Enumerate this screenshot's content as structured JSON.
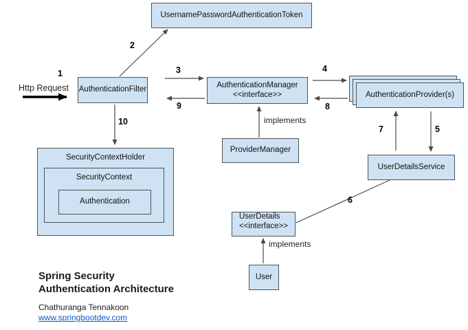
{
  "diagram": {
    "boxes": {
      "token": "UsernamePasswordAuthenticationToken",
      "authentication_filter": "AuthenticationFilter",
      "authentication_manager_line1": "AuthenticationManager",
      "authentication_manager_line2": "<<interface>>",
      "authentication_providers": "AuthenticationProvider(s)",
      "provider_manager": "ProviderManager",
      "user_details_service": "UserDetailsService",
      "security_context_holder": "SecurityContextHolder",
      "security_context": "SecurityContext",
      "authentication": "Authentication",
      "user_details_line1": "UserDetails",
      "user_details_line2": "<<interface>>",
      "user": "User"
    },
    "steps": {
      "s1": "1",
      "s2": "2",
      "s3": "3",
      "s4": "4",
      "s5": "5",
      "s6": "6",
      "s7": "7",
      "s8": "8",
      "s9": "9",
      "s10": "10"
    },
    "labels": {
      "http_request": "Http Request",
      "implements_top": "implements",
      "implements_bottom": "implements"
    },
    "footer": {
      "title_line1": "Spring Security",
      "title_line2": "Authentication Architecture",
      "author": "Chathuranga Tennakoon",
      "link": "www.springbootdev.com"
    },
    "colors": {
      "box_fill": "#cfe2f3",
      "box_border": "#4b5258",
      "line": "#4a4a4a",
      "http_arrow": "#000000",
      "link": "#1155cc"
    }
  }
}
